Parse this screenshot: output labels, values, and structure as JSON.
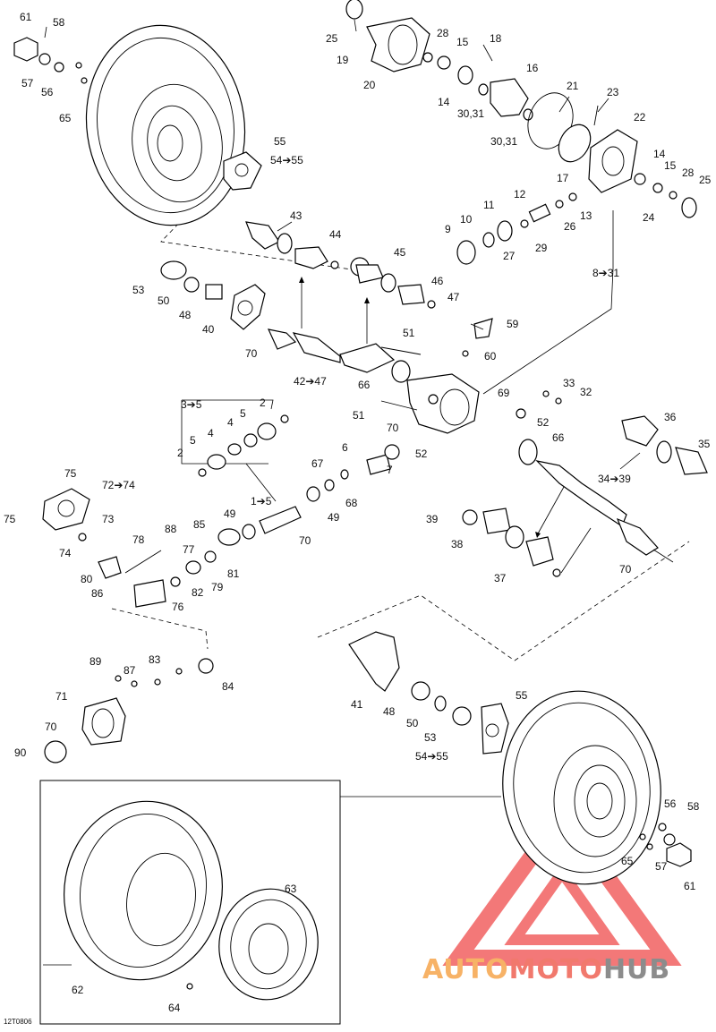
{
  "drawing_ref": "12T0806",
  "watermark": {
    "part1": "AUTO",
    "part2": "MOTO",
    "part3": "HUB",
    "colors": {
      "part1": "#f7b266",
      "part2": "#f1796d",
      "part3": "#8c8c8c",
      "triangle": "#ef4b4b"
    }
  },
  "callouts": {
    "c61a": "61",
    "c58a": "58",
    "c57a": "57",
    "c56a": "56",
    "c65a": "65",
    "c25a": "25",
    "c19": "19",
    "c20": "20",
    "c28a": "28",
    "c15a": "15",
    "c18": "18",
    "c16": "16",
    "c14a": "14",
    "c3031a": "30,31",
    "c3031b": "30,31",
    "c21": "21",
    "c23": "23",
    "c22": "22",
    "c17": "17",
    "c14b": "14",
    "c15b": "15",
    "c28b": "28",
    "c25b": "25",
    "c24": "24",
    "c12": "12",
    "c13": "13",
    "c26": "26",
    "c11": "11",
    "c10": "10",
    "c9": "9",
    "c27": "27",
    "c29": "29",
    "c55a": "55",
    "c5455a": "54➔55",
    "c43": "43",
    "c44": "44",
    "c45": "45",
    "c46": "46",
    "c47": "47",
    "c53a": "53",
    "c50a": "50",
    "c48a": "48",
    "c40": "40",
    "c70a": "70",
    "c4247": "42➔47",
    "c66a": "66",
    "c51a": "51",
    "c59": "59",
    "c60": "60",
    "c831": "8➔31",
    "c69": "69",
    "c33": "33",
    "c32": "32",
    "c51b": "51",
    "c7_0b": "70",
    "c52a": "52",
    "c52b": "52",
    "c66b": "66",
    "c6": "6",
    "c7": "7",
    "c35a": "3➔5",
    "c2a": "2",
    "c5a": "5",
    "c4a": "4",
    "c5b": "5",
    "c4b": "4",
    "c2b": "2",
    "c36": "36",
    "c35": "35",
    "c3439": "34➔39",
    "c75a": "75",
    "c7274": "72➔74",
    "c75b": "75",
    "c73": "73",
    "c74": "74",
    "c67": "67",
    "c68": "68",
    "c49a": "49",
    "c49b": "49",
    "c15arr": "1➔5",
    "c70c": "70",
    "c85": "85",
    "c88": "88",
    "c78": "78",
    "c77": "77",
    "c81": "81",
    "c80": "80",
    "c86": "86",
    "c79": "79",
    "c82": "82",
    "c76": "76",
    "c39": "39",
    "c38": "38",
    "c37": "37",
    "c70d": "70",
    "c89": "89",
    "c87": "87",
    "c83": "83",
    "c84": "84",
    "c71": "71",
    "c70e": "70",
    "c90": "90",
    "c41": "41",
    "c48b": "48",
    "c50b": "50",
    "c53b": "53",
    "c55b": "55",
    "c5455b": "54➔55",
    "c56b": "56",
    "c58b": "58",
    "c65b": "65",
    "c57b": "57",
    "c61b": "61",
    "c63": "63",
    "c62": "62",
    "c64": "64"
  }
}
